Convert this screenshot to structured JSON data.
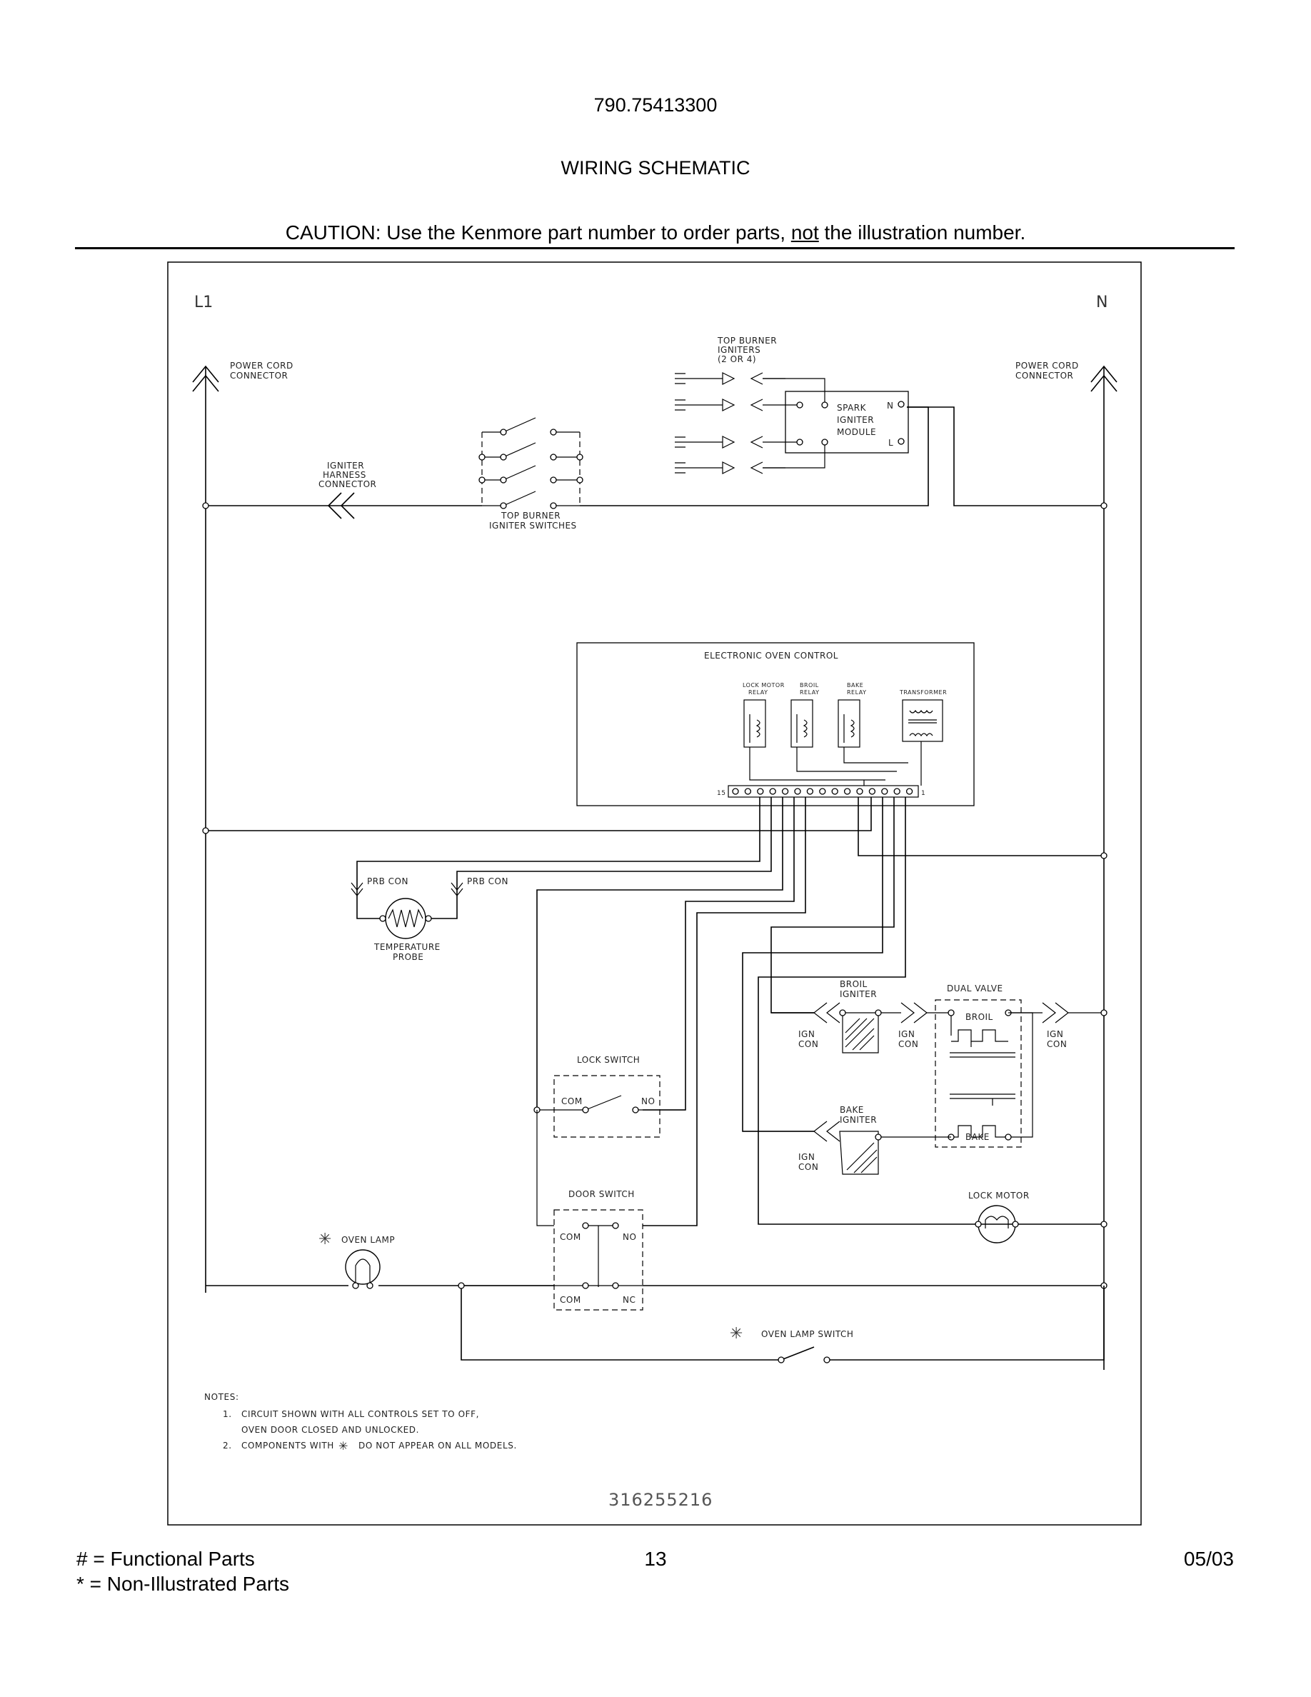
{
  "header": {
    "model_number": "790.75413300",
    "title": "WIRING SCHEMATIC",
    "caution_prefix": "CAUTION: Use the Kenmore part number to order parts, ",
    "caution_emphasis": "not",
    "caution_suffix": " the illustration number."
  },
  "schematic": {
    "line_l1": "L1",
    "line_n": "N",
    "power_cord_connector": [
      "POWER CORD",
      "CONNECTOR"
    ],
    "igniter_harness_connector": [
      "IGNITER",
      "HARNESS",
      "CONNECTOR"
    ],
    "top_burner_igniter_switches": [
      "TOP BURNER",
      "IGNITER SWITCHES"
    ],
    "top_burner_igniters": [
      "TOP BURNER",
      "IGNITERS",
      "(2 OR 4)"
    ],
    "spark_igniter_module": [
      "SPARK",
      "IGNITER",
      "MODULE"
    ],
    "module_n": "N",
    "module_l": "L",
    "electronic_oven_control": "ELECTRONIC OVEN CONTROL",
    "lock_motor_relay": [
      "LOCK MOTOR",
      "RELAY"
    ],
    "broil_relay": [
      "BROIL",
      "RELAY"
    ],
    "bake_relay": [
      "BAKE",
      "RELAY"
    ],
    "transformer": "TRANSFORMER",
    "terminal_15": "15",
    "terminal_1": "1",
    "prb_con": "PRB CON",
    "temperature_probe": [
      "TEMPERATURE",
      "PROBE"
    ],
    "broil_igniter": [
      "BROIL",
      "IGNITER"
    ],
    "bake_igniter": [
      "BAKE",
      "IGNITER"
    ],
    "ign_con": [
      "IGN",
      "CON"
    ],
    "dual_valve": "DUAL VALVE",
    "valve_broil": "BROIL",
    "valve_bake": "BAKE",
    "lock_switch": "LOCK SWITCH",
    "com": "COM",
    "no": "NO",
    "nc": "NC",
    "door_switch": "DOOR SWITCH",
    "lock_motor": "LOCK MOTOR",
    "asterisk": "✳",
    "oven_lamp": "OVEN LAMP",
    "oven_lamp_switch": "OVEN LAMP SWITCH",
    "notes_title": "NOTES:",
    "note1_num": "1.",
    "note1_line1": "CIRCUIT SHOWN WITH ALL CONTROLS SET TO OFF,",
    "note1_line2": "OVEN DOOR CLOSED AND UNLOCKED.",
    "note2_num": "2.",
    "note2_before": "COMPONENTS WITH",
    "note2_after": "DO NOT APPEAR ON ALL MODELS.",
    "document_number": "316255216"
  },
  "footer": {
    "legend_functional": "#  =  Functional Parts",
    "legend_non_illustrated": "*   =  Non-Illustrated Parts",
    "page_number": "13",
    "date": "05/03"
  }
}
